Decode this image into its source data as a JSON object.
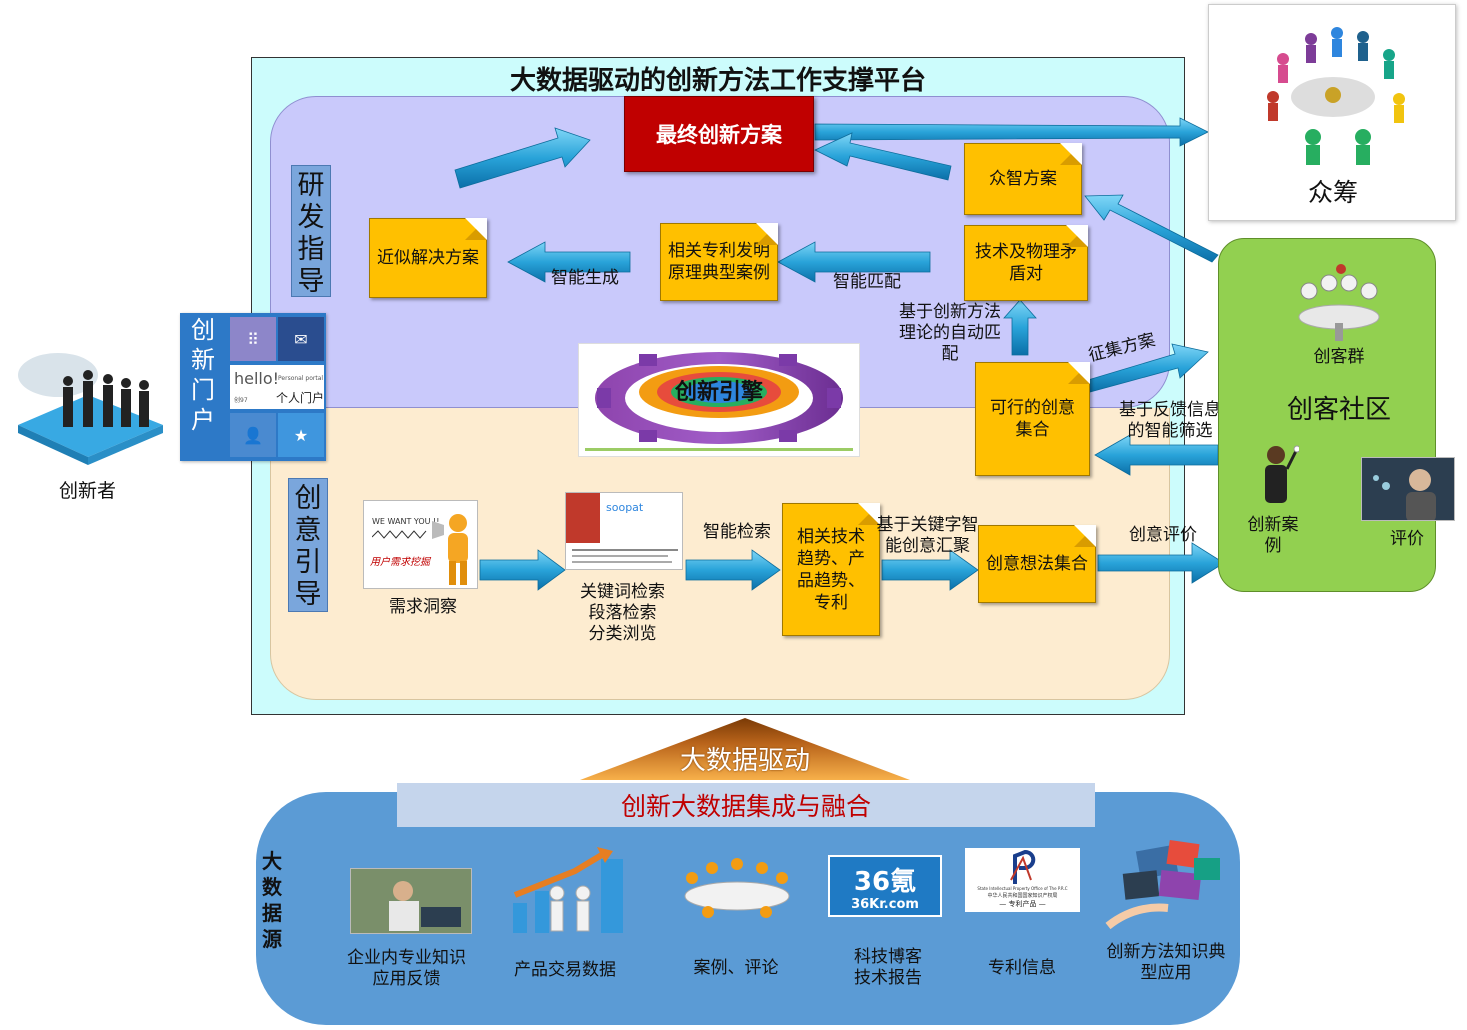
{
  "platform": {
    "title": "大数据驱动的创新方法工作支撑平台",
    "rd_label": [
      "研",
      "发",
      "指",
      "导"
    ],
    "creative_label": [
      "创",
      "意",
      "引",
      "导"
    ],
    "final_solution": "最终创新方案",
    "crowd_solution": "众智方案",
    "tech_contradiction": "技术及物理矛盾对",
    "approx_solution": "近似解决方案",
    "patent_cases": "相关专利发明原理典型案例",
    "feasible_set": "可行的创意集合",
    "trend_patents": "相关技术趋势、产品趋势、专利",
    "idea_set": "创意想法集合",
    "engine": "创新引擎",
    "demand_insight": "需求洞察",
    "demand_sign": "用户需求挖掘",
    "demand_banner": "WE WANT YOU !!",
    "search_modes": [
      "关键词检索",
      "段落检索",
      "分类浏览"
    ],
    "soopat": "soopat"
  },
  "labels": {
    "smart_gen": "智能生成",
    "smart_match": "智能匹配",
    "theory_match": "基于创新方法理论的自动匹配",
    "collect": "征集方案",
    "feedback": "基于反馈信息的智能筛选",
    "smart_search": "智能检索",
    "keyword_cluster": "基于关键字智能创意汇聚",
    "idea_eval": "创意评价"
  },
  "portal": {
    "title_chars": [
      "创",
      "新",
      "门",
      "户"
    ],
    "hello": "hello!",
    "personal_portal": "Personal portal",
    "personal_cn": "个人门户",
    "small": "创97",
    "tile_icons": [
      "grid-icon",
      "mail-icon",
      "user-icon",
      "star-icon"
    ]
  },
  "innovator": "创新者",
  "crowdfunding": "众筹",
  "community": {
    "group": "创客群",
    "title": "创客社区",
    "cases": "创新案例",
    "evaluate": "评价"
  },
  "bigdata": {
    "drive": "大数据驱动",
    "integration": "创新大数据集成与融合",
    "source_label": [
      "大",
      "数",
      "据",
      "源"
    ],
    "sources": [
      {
        "label": "企业内专业知识应用反馈"
      },
      {
        "label": "产品交易数据"
      },
      {
        "label": "案例、评论"
      },
      {
        "label": "科技博客技术报告"
      },
      {
        "label": "专利信息"
      },
      {
        "label": "创新方法知识典型应用"
      }
    ],
    "kr36_logo": "36氪",
    "kr36_url": "36Kr.com",
    "patent_office": "State Intellectual Property Office of The P.R.C",
    "patent_office_cn": "中华人民共和国国家知识产权局",
    "patent_product": "— 专利产品 —"
  },
  "colors": {
    "doc": "#ffc000",
    "final": "#c00000",
    "arrow": "#29a3d9",
    "rd_zone": "#c9c9fb",
    "creative_zone": "#fdecd0",
    "platform_bg": "#ccfcfc",
    "community": "#92d050",
    "bigdata": "#5b9bd5"
  }
}
